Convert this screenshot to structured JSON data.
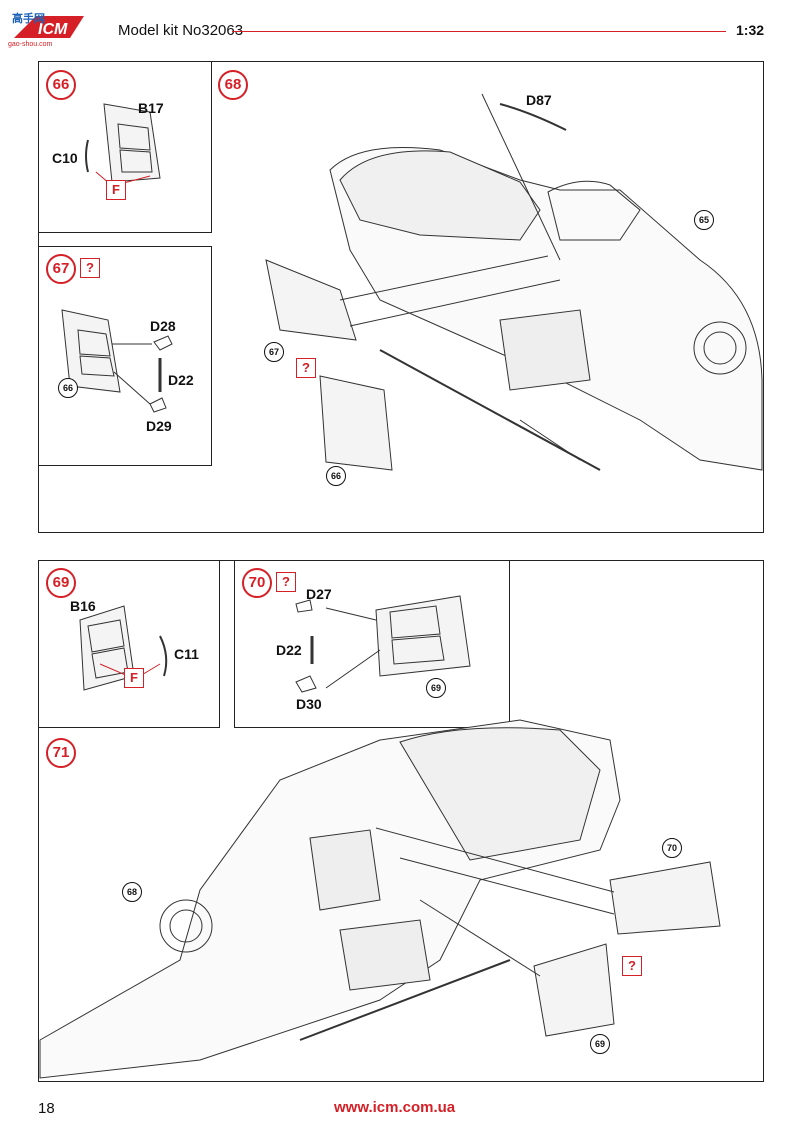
{
  "header": {
    "title": "Model kit No32063",
    "scale": "1:32",
    "logo_text": "ICM",
    "logo_watermark": "高手网 gao-shou.com",
    "accent": "#d42026"
  },
  "steps": {
    "s66": {
      "number": "66",
      "parts": [
        "B17",
        "C10"
      ],
      "glue": "F"
    },
    "s67": {
      "number": "67",
      "flag": "?",
      "parts": [
        "D28",
        "D22",
        "D29"
      ],
      "refs": [
        "66"
      ]
    },
    "s68": {
      "number": "68",
      "parts": [
        "D87"
      ],
      "refs": [
        "65",
        "67",
        "66"
      ],
      "flag": "?"
    },
    "s69": {
      "number": "69",
      "parts": [
        "B16",
        "C11"
      ],
      "glue": "F"
    },
    "s70": {
      "number": "70",
      "flag": "?",
      "parts": [
        "D27",
        "D22",
        "D30"
      ],
      "refs": [
        "69"
      ]
    },
    "s71": {
      "number": "71",
      "refs": [
        "68",
        "70",
        "69"
      ],
      "flag": "?"
    }
  },
  "footer": {
    "page": "18",
    "url": "www.icm.com.ua"
  }
}
